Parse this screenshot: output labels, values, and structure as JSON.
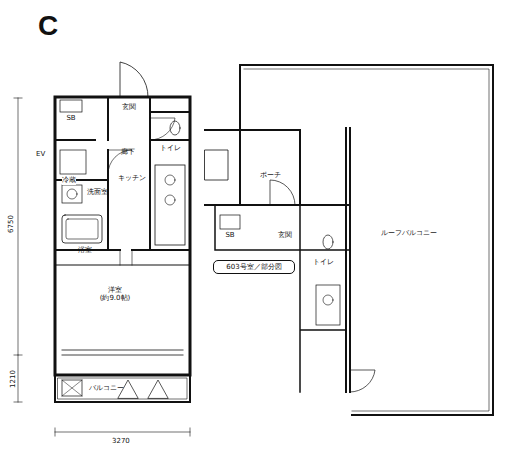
{
  "diagram": {
    "title": "C",
    "nodes": [
      {
        "text": [
          "SB"
        ]
      },
      {
        "text": [
          "玄関"
        ]
      },
      {
        "text": [
          "トイレ"
        ]
      },
      {
        "text": [
          "廊下"
        ]
      },
      {
        "text": [
          "キッチン"
        ]
      },
      {
        "text": [
          "洗面室"
        ]
      },
      {
        "text": [
          "浴室"
        ]
      },
      {
        "text": [
          "洋室",
          "(約9.0帖)"
        ]
      },
      {
        "text": [
          "バルコニー"
        ]
      },
      {
        "text": [
          "ポーチ"
        ]
      },
      {
        "text": [
          "SB"
        ]
      },
      {
        "text": [
          "玄関"
        ]
      },
      {
        "text": [
          "トイレ"
        ]
      },
      {
        "text": [
          "ルーフバルコニー"
        ]
      },
      {
        "text": [
          "603号室／部分図"
        ]
      }
    ],
    "labels": [
      "6750",
      "1210",
      "3270",
      "EV",
      "冷蔵"
    ]
  }
}
